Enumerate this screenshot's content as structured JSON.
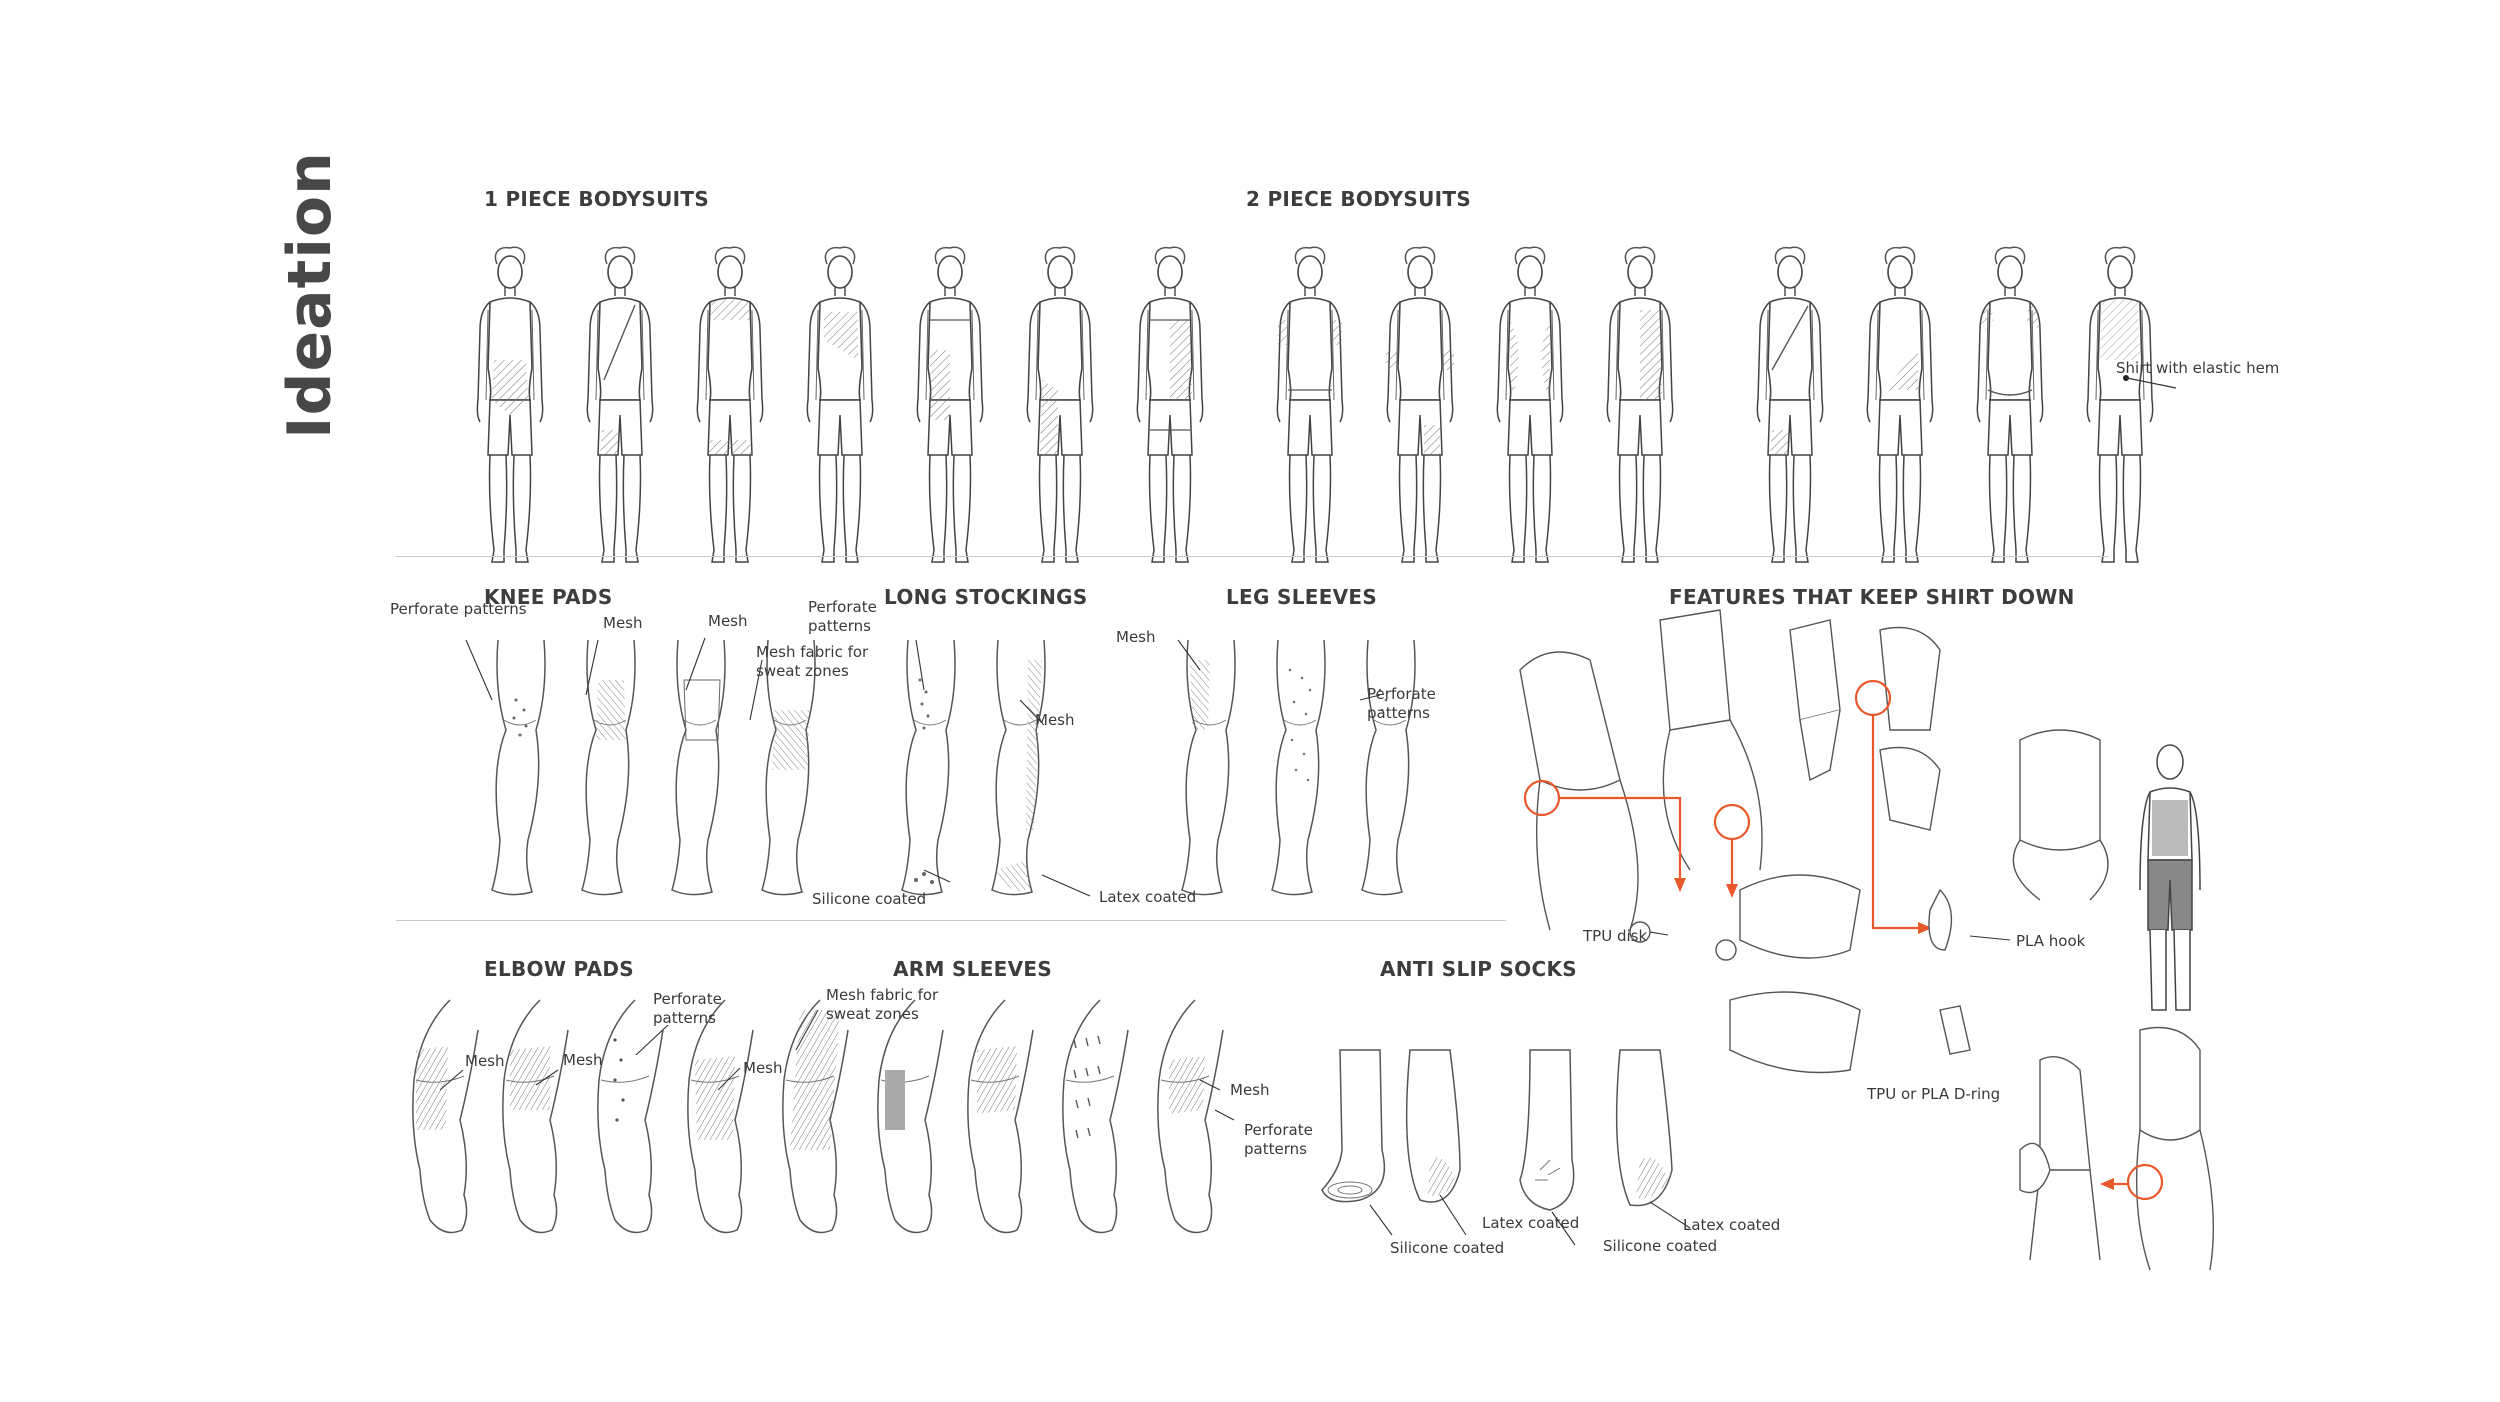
{
  "page": {
    "title": "Ideation"
  },
  "sections": {
    "one_piece": {
      "heading": "1 PIECE BODYSUITS"
    },
    "two_piece": {
      "heading": "2 PIECE BODYSUITS",
      "note_elastic_hem": "Shirt with elastic hem"
    },
    "knee_pads": {
      "heading": "KNEE PADS",
      "notes": [
        "Perforate patterns",
        "Mesh",
        "Mesh",
        "Mesh fabric for sweat zones"
      ]
    },
    "long_stockings": {
      "heading": "LONG STOCKINGS",
      "notes": [
        "Perforate patterns",
        "Mesh",
        "Silicone coated",
        "Latex coated"
      ]
    },
    "leg_sleeves": {
      "heading": "LEG SLEEVES",
      "notes": [
        "Mesh",
        "Perforate patterns"
      ]
    },
    "features": {
      "heading": "FEATURES THAT KEEP SHIRT DOWN",
      "notes": [
        "TPU disk",
        "PLA hook",
        "TPU or PLA D-ring"
      ],
      "accent_color": "#e8582a"
    },
    "elbow_pads": {
      "heading": "ELBOW PADS",
      "notes": [
        "Mesh",
        "Mesh",
        "Perforate patterns",
        "Mesh"
      ]
    },
    "arm_sleeves": {
      "heading": "ARM SLEEVES",
      "notes": [
        "Mesh fabric for sweat zones",
        "Mesh",
        "Perforate patterns"
      ]
    },
    "anti_slip_socks": {
      "heading": "ANTI SLIP SOCKS",
      "notes": [
        "Silicone coated",
        "Latex coated",
        "Silicone coated",
        "Latex coated"
      ]
    }
  }
}
